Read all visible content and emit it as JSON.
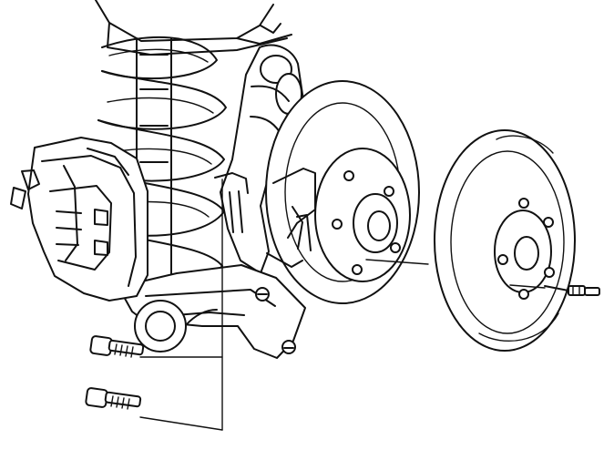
{
  "diagram": {
    "type": "exploded-mechanical-line-drawing",
    "background_color": "#ffffff",
    "line_color": "#111111",
    "labels_visible": false,
    "components": [
      {
        "name": "coil-spring",
        "icon": "spring-icon"
      },
      {
        "name": "shock-absorber",
        "icon": "strut-icon"
      },
      {
        "name": "brake-caliper",
        "icon": "caliper-icon"
      },
      {
        "name": "wheel-hub",
        "icon": "hub-icon"
      },
      {
        "name": "dust-shield",
        "icon": "shield-icon"
      },
      {
        "name": "brake-rotor",
        "icon": "rotor-icon"
      },
      {
        "name": "caliper-bolt-upper",
        "icon": "bolt-icon"
      },
      {
        "name": "caliper-bolt-lower",
        "icon": "bolt-icon"
      },
      {
        "name": "rotor-retaining-screw",
        "icon": "screw-icon"
      },
      {
        "name": "suspension-arm",
        "icon": "arm-icon"
      }
    ]
  }
}
